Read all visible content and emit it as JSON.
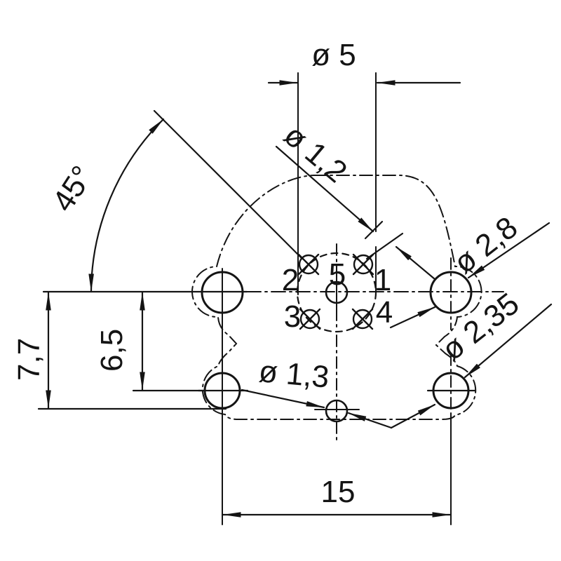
{
  "drawing": {
    "title": "connector-footprint-technical-drawing",
    "dimensions": {
      "pitch_circle_diameter": "ø 5",
      "pin_hole_diameter": "ø 1,2",
      "pin_angle": "45°",
      "right_hole_diameter": "ø 2,8",
      "lower_right_hole_diameter": "ø 2,35",
      "bottom_center_hole_diameter": "ø 1,3",
      "height_to_bottom_edge": "7,7",
      "height_to_lower_holes": "6,5",
      "hole_spacing_width": "15"
    },
    "pins": {
      "pin1": "1",
      "pin2": "2",
      "pin3": "3",
      "pin4": "4",
      "pin5": "5"
    },
    "colors": {
      "line": "#141414",
      "background": "#ffffff"
    }
  }
}
